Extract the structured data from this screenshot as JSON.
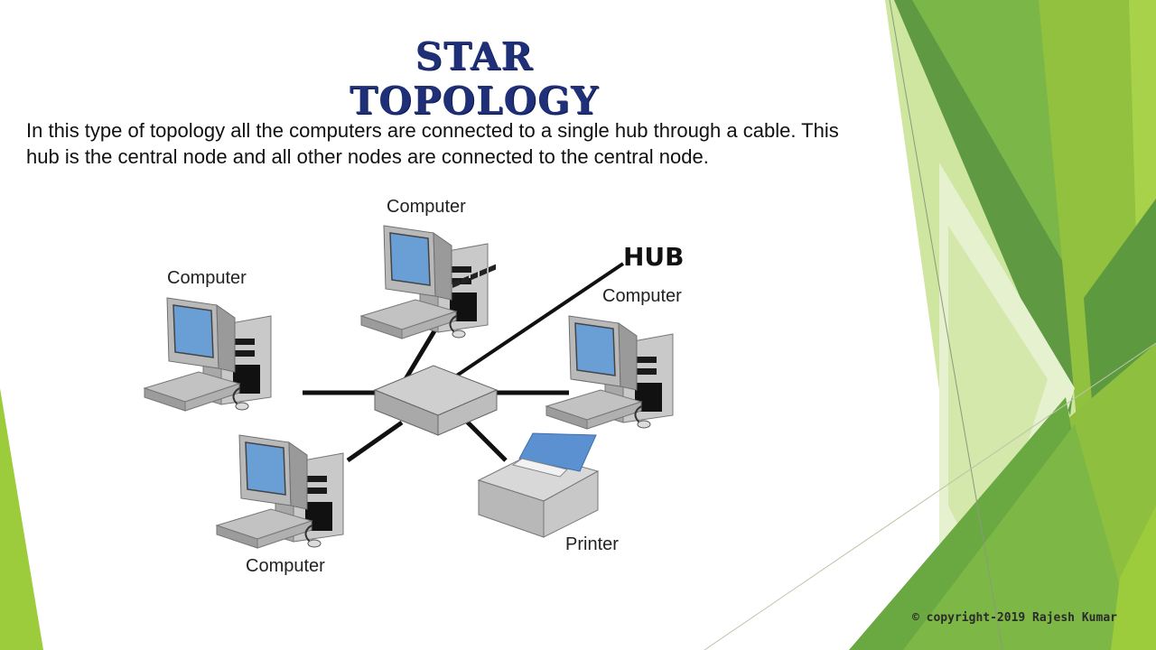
{
  "slide": {
    "title": "STAR TOPOLOGY",
    "description": "In this type of topology all the computers are connected to a single hub through a cable. This hub is the central node and all other nodes are connected to the central node.",
    "copyright": "© copyright-2019 Rajesh Kumar"
  },
  "diagram": {
    "hub_label": "HUB",
    "nodes": [
      {
        "label": "Computer"
      },
      {
        "label": "Computer"
      },
      {
        "label": "Computer"
      },
      {
        "label": "Computer"
      },
      {
        "label": "Printer"
      }
    ]
  },
  "colors": {
    "title": "#1f2f78",
    "accent_green": "#7ab648",
    "screen_blue": "#6a9fd6"
  }
}
